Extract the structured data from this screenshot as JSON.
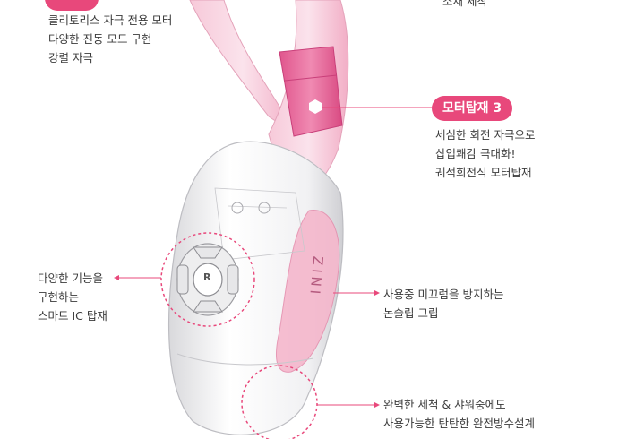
{
  "callouts": {
    "top_left": {
      "lines": [
        "클리토리스 자극 전용 모터",
        "다양한 진동 모드 구현",
        "강렬 자극"
      ]
    },
    "top_right": {
      "lines": [
        "소재 제작"
      ]
    },
    "motor3": {
      "badge": "모터탑재 3",
      "lines": [
        "세심한 회전 자극으로",
        "삽입쾌감 극대화!",
        "궤적회전식 모터탑재"
      ]
    },
    "smart_ic": {
      "lines": [
        "다양한 기능을",
        "구현하는",
        "스마트 IC 탑재"
      ]
    },
    "grip": {
      "lines": [
        "사용중 미끄럼을 방지하는",
        "논슬립 그립"
      ]
    },
    "waterproof": {
      "lines": [
        "완벽한 세척 & 샤워중에도",
        "사용가능한 탄탄한 완전방수설계"
      ]
    }
  },
  "product": {
    "logo_text": "ZINI",
    "button_label": "R"
  },
  "colors": {
    "accent": "#e8487b",
    "body_pink": "#f2a9c4",
    "motor_pink": "#e9659a",
    "shell_white": "#f7f7f8"
  }
}
